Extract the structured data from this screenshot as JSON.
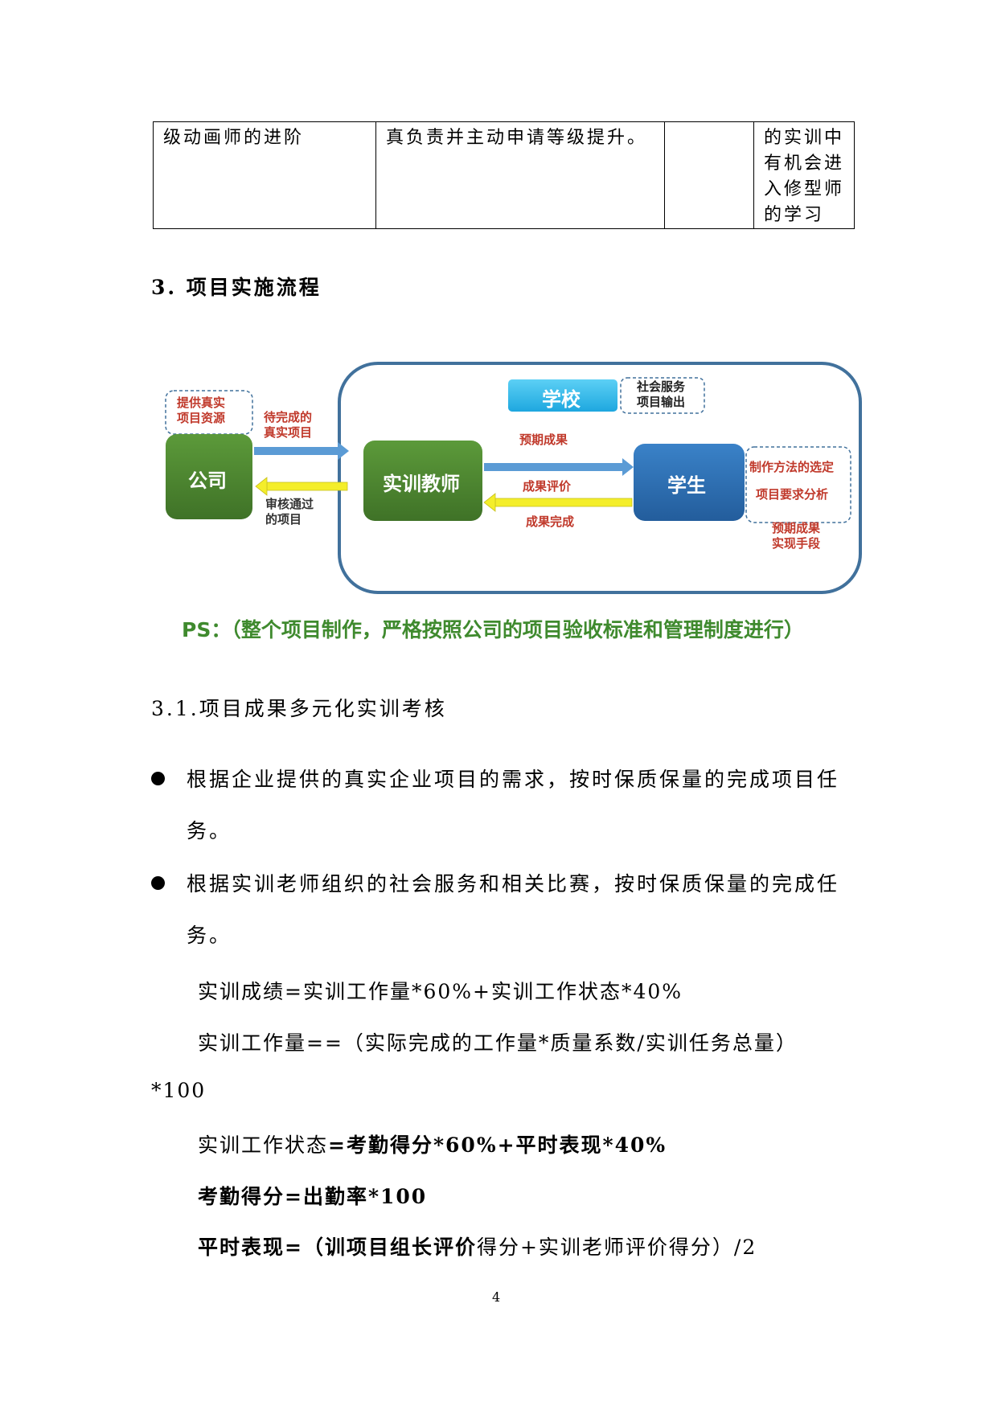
{
  "table_fragment": {
    "cell1": "级动画师的进阶",
    "cell2": "真负责并主动申请等级提升。",
    "cell3": "",
    "cell4_lines": [
      "的实训中",
      "有机会进",
      "入修型师",
      "的学习"
    ]
  },
  "section3": {
    "title": "3.  项目实施流程"
  },
  "diagram": {
    "company_note_lines": [
      "提供真实",
      "项目资源"
    ],
    "company": "公司",
    "to_teacher_lines": [
      "待完成的",
      "真实项目"
    ],
    "back_to_company_lines": [
      "审核通过",
      "的项目"
    ],
    "school": "学校",
    "school_note_lines": [
      "社会服务",
      "项目输出"
    ],
    "teacher": "实训教师",
    "student": "学生",
    "expected_result": "预期成果",
    "result_evaluation": "成果评价",
    "result_complete": "成果完成",
    "student_notes": [
      "制作方法的选定",
      "项目要求分析"
    ],
    "student_note_bottom_lines": [
      "预期成果",
      "实现手段"
    ],
    "colors": {
      "green": "#4a7f2e",
      "blue": "#2e6fb4",
      "light_blue": "#29b6ea",
      "yellow": "#f4ee2a",
      "arrow_blue": "#5b9bd5",
      "border": "#41719c"
    }
  },
  "ps_note": "PS：（整个项目制作，严格按照公司的项目验收标准和管理制度进行）",
  "section31": {
    "title": "3.1.项目成果多元化实训考核"
  },
  "bullets": [
    "根据企业提供的真实企业项目的需求，按时保质保量的完成项目任务。",
    "根据实训老师组织的社会服务和相关比赛，按时保质保量的完成任务。"
  ],
  "formulas": {
    "f1": "实训成绩=实训工作量*60%+实训工作状态*40%",
    "f2": "实训工作量==（实际完成的工作量*质量系数/实训任务总量）",
    "f2_cont": "*100",
    "f3_a": "实训工作状态",
    "f3_b": "=考勤得分*60%+平时表现*40%",
    "f4": "考勤得分=出勤率*100",
    "f5_a": "平时表现=（训项目组长评价",
    "f5_b": "得分+实训老师评价得分）/2"
  },
  "page_number": "4"
}
